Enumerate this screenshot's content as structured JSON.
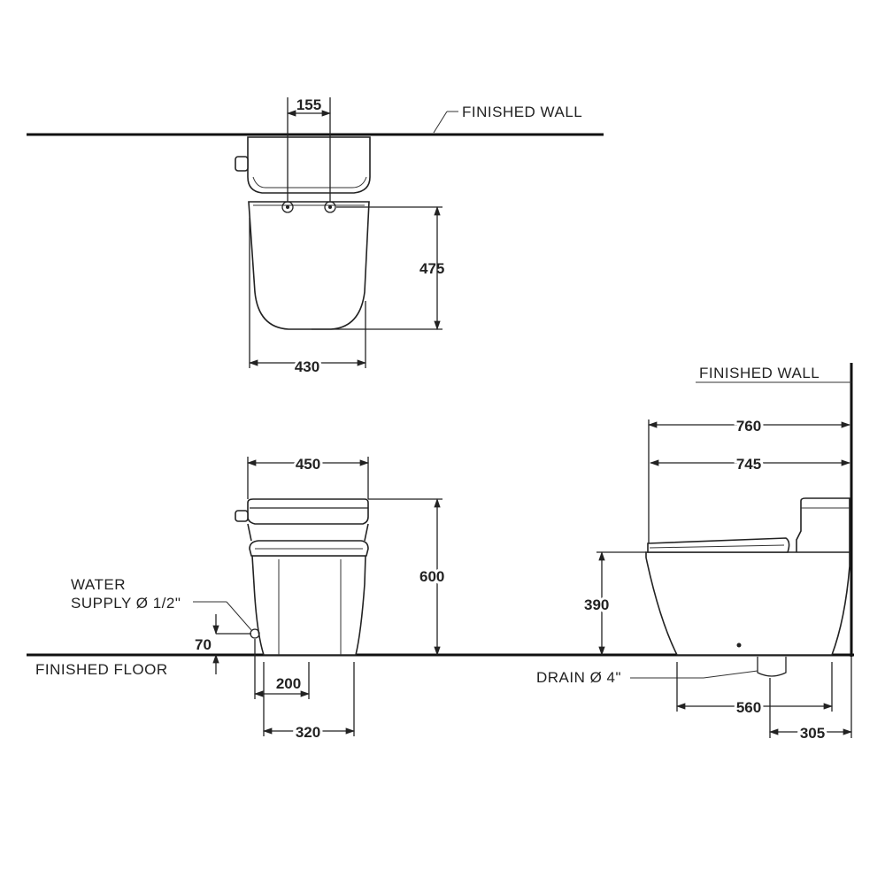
{
  "labels": {
    "finished_wall_top": "FINISHED  WALL",
    "finished_wall_side": "FINISHED  WALL",
    "finished_floor": "FINISHED  FLOOR",
    "water_supply_line1": "WATER",
    "water_supply_line2": "SUPPLY Ø 1/2\"",
    "drain": "DRAIN Ø 4\""
  },
  "dimensions": {
    "top_bolt_spacing": "155",
    "top_depth": "475",
    "top_width": "430",
    "front_width": "450",
    "front_height": "600",
    "water_supply_height": "70",
    "front_outlet_offset": "200",
    "front_base_width": "320",
    "side_length_overall": "760",
    "side_length_body": "745",
    "side_seat_height": "390",
    "side_base_length": "560",
    "side_rough_in": "305"
  }
}
